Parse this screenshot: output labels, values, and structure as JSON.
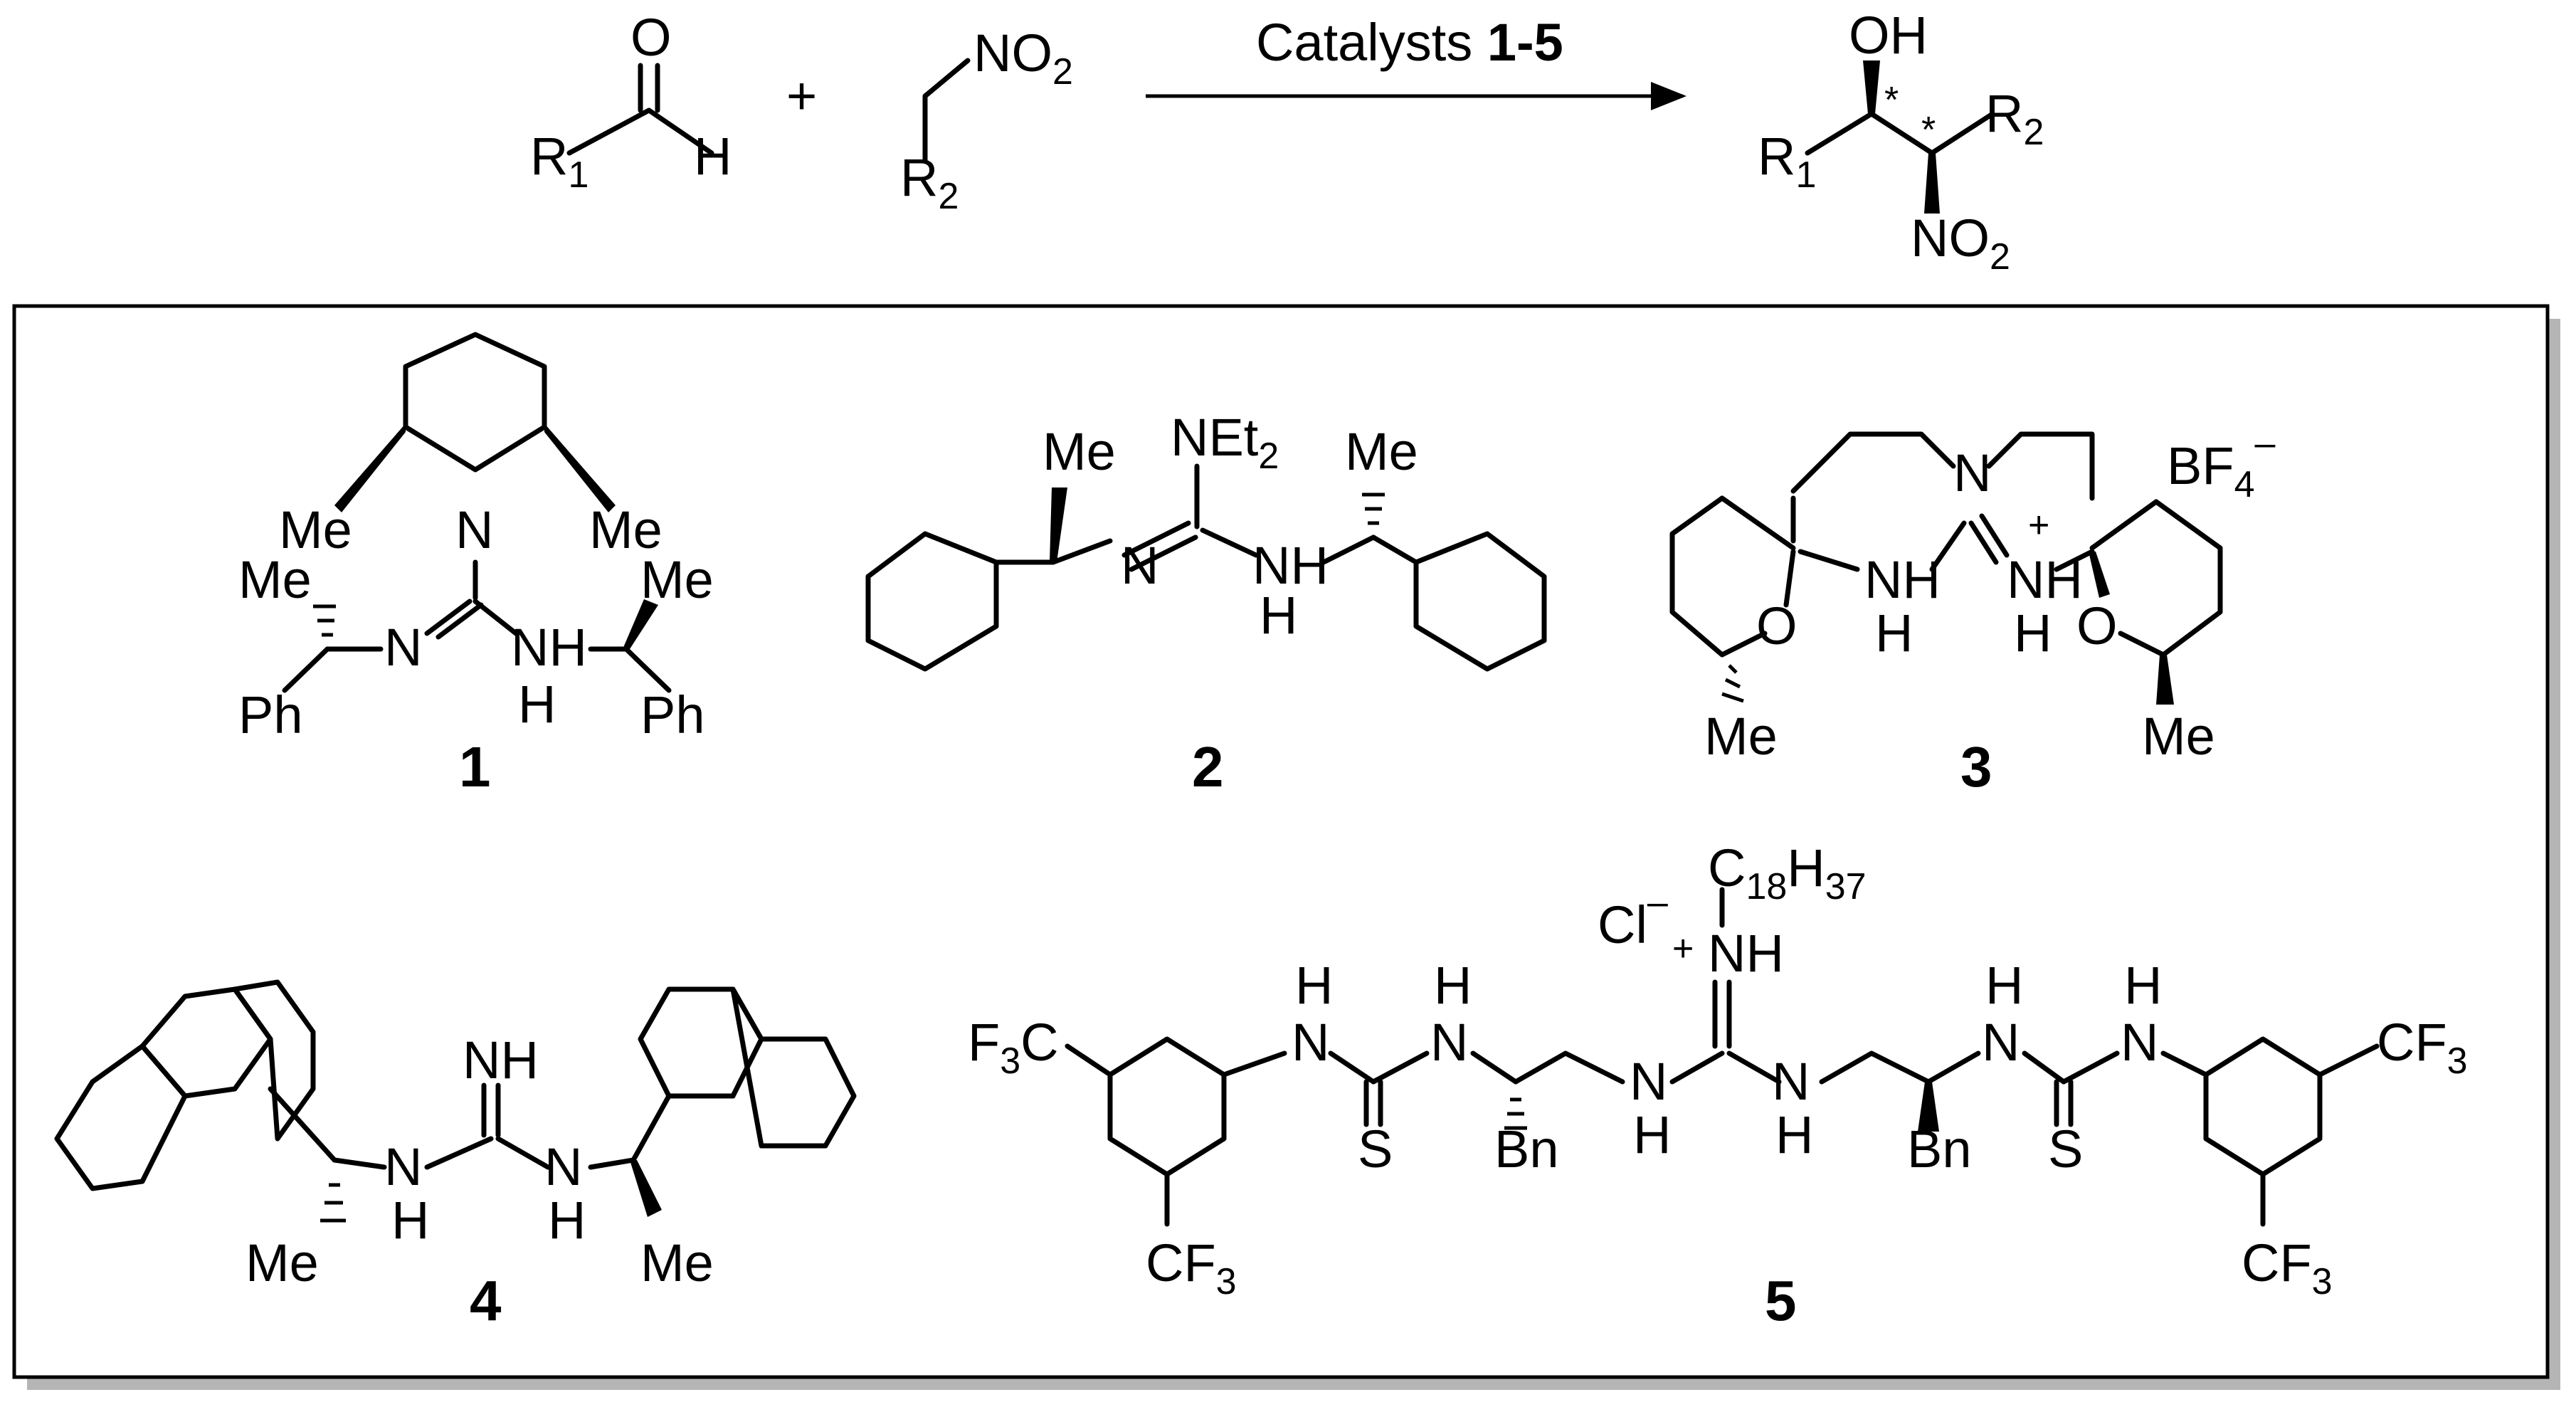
{
  "reaction": {
    "reactant_aldehyde": {
      "oxygen": "O",
      "hydrogen": "H",
      "r1": "R",
      "r1_sub": "1"
    },
    "plus": "+",
    "reactant_nitro": {
      "no2": "NO",
      "no2_sub": "2",
      "r2": "R",
      "r2_sub": "2"
    },
    "arrow_label_prefix": "Catalysts ",
    "arrow_label_bold": "1-5",
    "product": {
      "oh": "OH",
      "star": "*",
      "r1": "R",
      "r1_sub": "1",
      "r2": "R",
      "r2_sub": "2",
      "no2": "NO",
      "no2_sub": "2"
    }
  },
  "catalysts": [
    {
      "number": "1",
      "labels": {
        "me": "Me",
        "n": "N",
        "nh": "NH",
        "h": "H",
        "ph": "Ph"
      }
    },
    {
      "number": "2",
      "labels": {
        "me": "Me",
        "net": "NEt",
        "net_sub": "2",
        "n": "N",
        "nh": "NH",
        "h": "H"
      }
    },
    {
      "number": "3",
      "labels": {
        "n": "N",
        "nh": "NH",
        "h": "H",
        "o": "O",
        "me": "Me",
        "plus": "+",
        "bf": "BF",
        "bf_sub": "4",
        "minus": "–"
      }
    },
    {
      "number": "4",
      "labels": {
        "nh": "NH",
        "n": "N",
        "h": "H",
        "me": "Me"
      }
    },
    {
      "number": "5",
      "labels": {
        "f3c": "F",
        "f3c_sub": "3",
        "f3c_c": "C",
        "cf": "CF",
        "cf_sub": "3",
        "h": "H",
        "n": "N",
        "s": "S",
        "bn": "Bn",
        "cl": "Cl",
        "minus": "–",
        "plus": "+",
        "nh": "NH",
        "c": "C",
        "c_sub": "18",
        "hh": "H",
        "hh_sub": "37"
      }
    }
  ]
}
